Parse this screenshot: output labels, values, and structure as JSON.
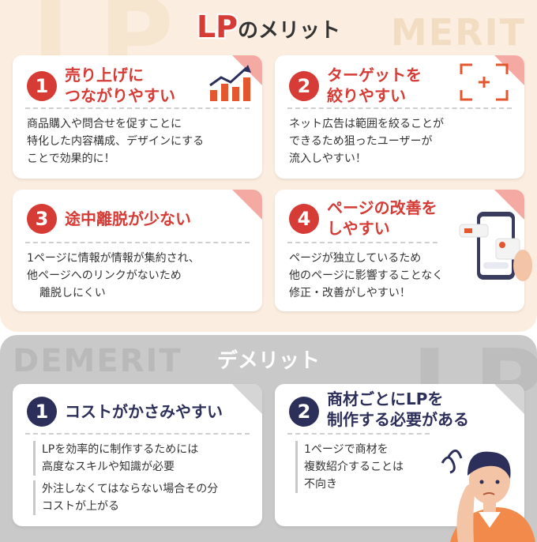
{
  "merit": {
    "heading_lp": "LP",
    "heading_rest": "のメリット",
    "watermark": "MERIT",
    "watermark_lp": "LP",
    "cards": [
      {
        "num": "1",
        "title_line1": "売り上げに",
        "title_line2": "つながりやすい",
        "body_line1": "商品購入や問合せを促すことに",
        "body_line2": "特化した内容構成、デザインにする",
        "body_line3": "ことで効果的に！"
      },
      {
        "num": "2",
        "title_line1": "ターゲットを",
        "title_line2": "絞りやすい",
        "body_line1": "ネット広告は範囲を絞ることが",
        "body_line2": "できるため狙ったユーザーが",
        "body_line3": "流入しやすい！"
      },
      {
        "num": "3",
        "title_line1": "途中離脱が少ない",
        "body_line1": "1ページに情報が情報が集約され、",
        "body_line2": "他ページへのリンクがないため",
        "body_line3": "離脱しにくい"
      },
      {
        "num": "4",
        "title_line1": "ページの改善を",
        "title_line2": "しやすい",
        "body_line1": "ページが独立しているため",
        "body_line2": "他のページに影響することなく",
        "body_line3": "修正・改善がしやすい！"
      }
    ]
  },
  "demerit": {
    "heading": "デメリット",
    "watermark": "DEMERIT",
    "watermark_lp": "LP",
    "cards": [
      {
        "num": "1",
        "title_line1": "コストがかさみやすい",
        "bullet1_line1": "LPを効率的に制作するためには",
        "bullet1_line2": "高度なスキルや知識が必要",
        "bullet2_line1": "外注しなくてはならない場合その分",
        "bullet2_line2": "コストが上がる"
      },
      {
        "num": "2",
        "title_line1": "商材ごとにLPを",
        "title_line2": "制作する必要がある",
        "body_line1": "1ページで商材を",
        "body_line2": "複数紹介することは",
        "body_line3": "不向き"
      }
    ]
  },
  "colors": {
    "accent_red": "#d63b35",
    "navy": "#2d2f5b",
    "cream": "#fbeee0",
    "gray": "#c9c9c9"
  },
  "icons": [
    "growth-chart-icon",
    "target-frame-icon",
    "smartphone-icon",
    "confused-person-illustration"
  ]
}
